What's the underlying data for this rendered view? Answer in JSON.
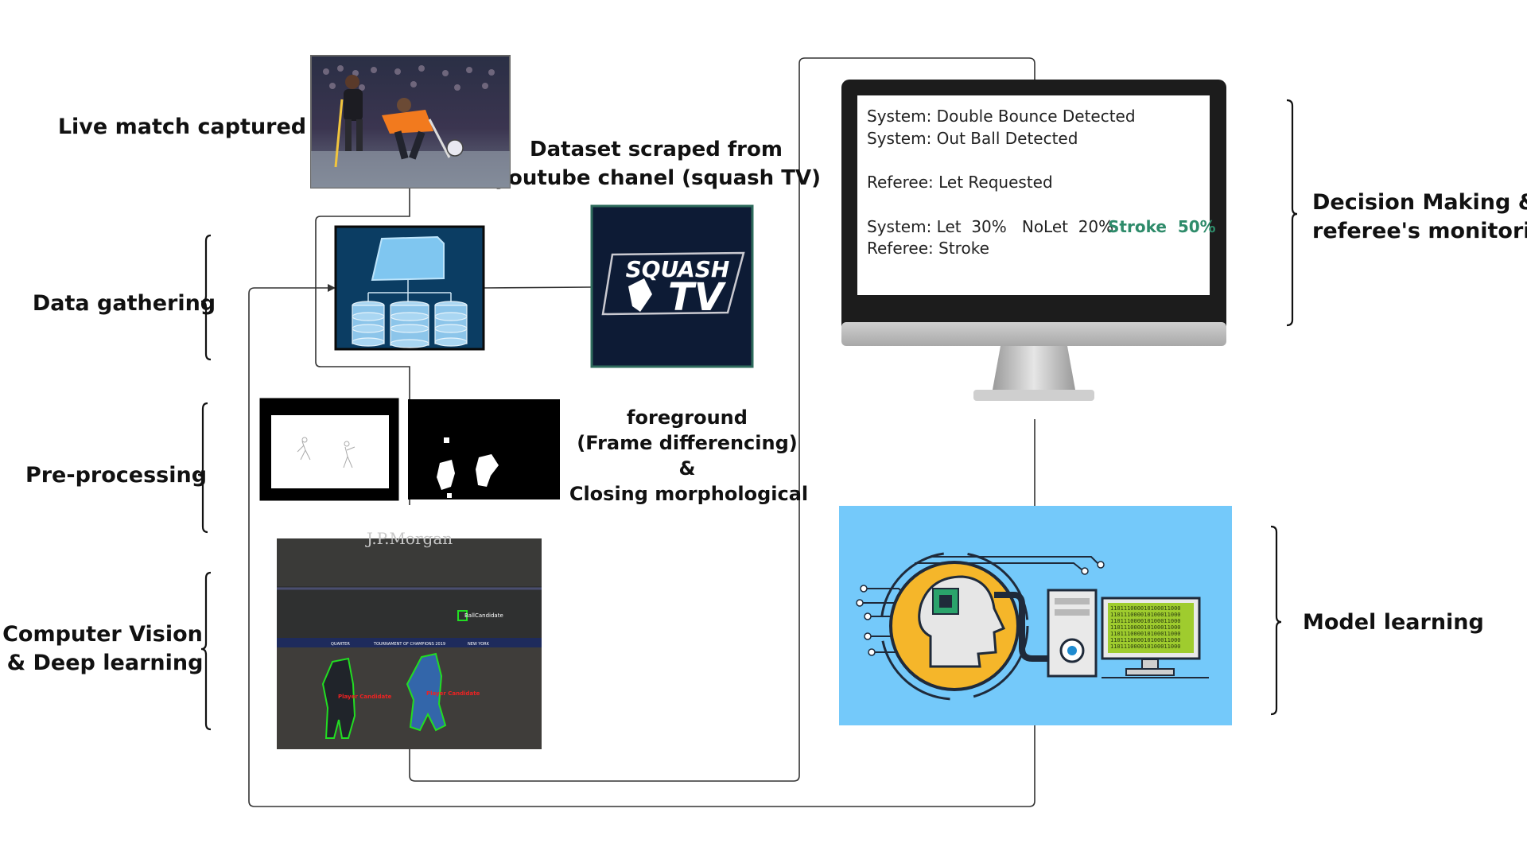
{
  "stage_labels": {
    "live_match": "Live match captured",
    "data_gathering": "Data gathering",
    "preprocessing": "Pre-processing",
    "cv_line1": "Computer Vision",
    "cv_line2": "& Deep learning",
    "decision_line1": "Decision Making &",
    "decision_line2": "referee's monitoring",
    "model_learning": "Model learning"
  },
  "dataset_caption": {
    "line1": "Dataset scraped from",
    "line2": "youtube chanel (squash TV)"
  },
  "preprocess_caption": {
    "line1": "foreground",
    "line2": "(Frame differencing)",
    "line3": "&",
    "line4": "Closing morphological"
  },
  "squash_tv_logo": {
    "line1": "SQUASH",
    "line2": "TV"
  },
  "cv_frame": {
    "top_text": "J.P.Morgan",
    "banner_left": "QUARTER",
    "banner_center": "TOURNAMENT OF CHAMPIONS 2019",
    "banner_right": "NEW YORK",
    "ball_label": "BallCandidate",
    "player1_label": "Player Candidate",
    "player2_label": "Player Candidate"
  },
  "monitor_screen": {
    "line1": "System: Double Bounce Detected",
    "line2": "System: Out Ball Detected",
    "line3": "Referee: Let Requested",
    "line4_prefix": "System: Let  30%   NoLet  20%",
    "line4_highlight": "Stroke  50%",
    "line5": "Referee: Stroke"
  },
  "binary_code_rows": [
    "110111000010100011000",
    "110111000010100011000",
    "110111000010100011000",
    "110111000010100011000",
    "110111000010100011000",
    "110111000010100011000",
    "110111000010100011000"
  ],
  "colors": {
    "squash_tv_bg": "#0d1b35",
    "squash_tv_border": "#2e6b5c",
    "db_panel_bg": "#0b3d63",
    "model_panel_bg": "#74c9fa",
    "stroke_highlight": "#2e8b6a",
    "cv_box_green": "#22dd22",
    "cv_label_red": "#ee2222"
  }
}
